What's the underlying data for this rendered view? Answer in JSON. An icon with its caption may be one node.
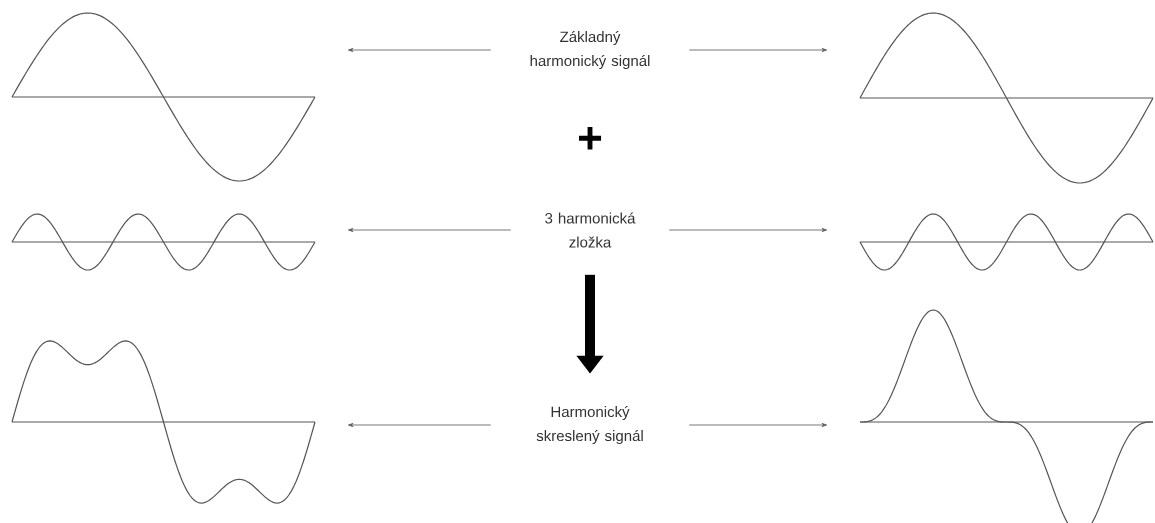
{
  "diagram": {
    "nodes": [
      {
        "text": [],
        "shape": "picture"
      },
      {
        "text": [
          "Základný harmonický signál"
        ]
      },
      {
        "text": [],
        "shape": "picture"
      },
      {
        "text": [],
        "shape": "picture"
      },
      {
        "text": [
          "3 harmonická zložka"
        ]
      },
      {
        "text": [],
        "shape": "picture"
      },
      {
        "text": [],
        "shape": "picture"
      },
      {
        "text": [
          "Harmonický skreslený signál"
        ]
      },
      {
        "text": [],
        "shape": "picture"
      }
    ],
    "edges": [
      {
        "from": 1,
        "to": 0,
        "arrow": "to"
      },
      {
        "from": 1,
        "to": 2,
        "arrow": "to"
      },
      {
        "from": 4,
        "to": 3,
        "arrow": "to"
      },
      {
        "from": 4,
        "to": 5,
        "arrow": "to"
      },
      {
        "from": 4,
        "to": 7,
        "arrow": "to",
        "style": "thick"
      },
      {
        "from": 7,
        "to": 6,
        "arrow": "to"
      },
      {
        "from": 7,
        "to": 8,
        "arrow": "to"
      }
    ],
    "labels": [
      "+"
    ]
  }
}
